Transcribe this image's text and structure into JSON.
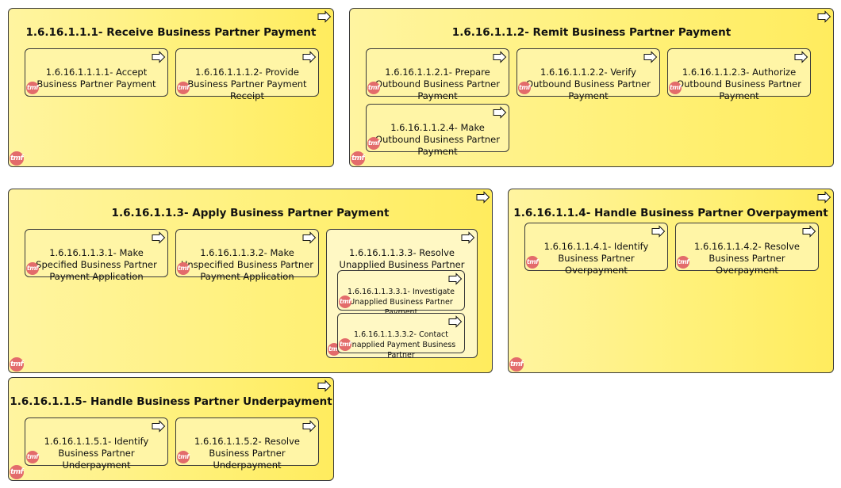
{
  "groups": [
    {
      "title": "1.6.16.1.1.1- Receive Business Partner Payment",
      "nodes": [
        "1.6.16.1.1.1.1- Accept Business Partner Payment",
        "1.6.16.1.1.1.2- Provide Business Partner Payment Receipt"
      ]
    },
    {
      "title": "1.6.16.1.1.2- Remit Business Partner Payment",
      "nodes": [
        "1.6.16.1.1.2.1- Prepare Outbound Business Partner Payment",
        "1.6.16.1.1.2.2- Verify Outbound Business Partner Payment",
        "1.6.16.1.1.2.3- Authorize Outbound Business Partner Payment",
        "1.6.16.1.1.2.4- Make Outbound Business Partner Payment"
      ]
    },
    {
      "title": "1.6.16.1.1.3- Apply Business Partner Payment",
      "nodes": [
        "1.6.16.1.1.3.1- Make Specified Business Partner Payment Application",
        "1.6.16.1.1.3.2- Make Unspecified Business Partner Payment Application",
        "1.6.16.1.1.3.3- Resolve Unapplied Business Partner Payment"
      ],
      "sub_nodes": [
        "1.6.16.1.1.3.3.1- Investigate Unapplied Business Partner Payment",
        "1.6.16.1.1.3.3.2- Contact Unapplied Payment Business Partner"
      ]
    },
    {
      "title": "1.6.16.1.1.4- Handle Business Partner Overpayment",
      "nodes": [
        "1.6.16.1.1.4.1- Identify Business Partner Overpayment",
        "1.6.16.1.1.4.2- Resolve Business Partner Overpayment"
      ]
    },
    {
      "title": "1.6.16.1.1.5- Handle Business Partner Underpayment",
      "nodes": [
        "1.6.16.1.1.5.1- Identify Business Partner Underpayment",
        "1.6.16.1.1.5.2- Resolve Business Partner Underpayment"
      ]
    }
  ],
  "icons": {
    "process": "process-arrow-icon",
    "badge": "tmf-icon",
    "badge_text": "tmf"
  }
}
